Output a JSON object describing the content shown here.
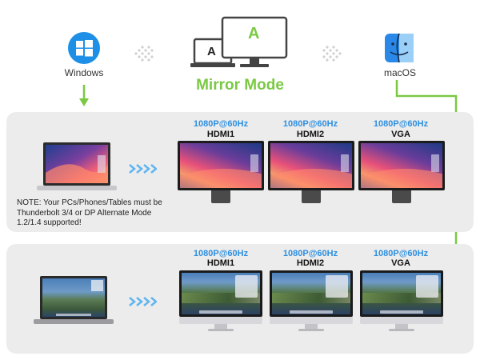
{
  "header": {
    "windows_label": "Windows",
    "macos_label": "macOS",
    "mode_title": "Mirror Mode",
    "mirror_letter": "A"
  },
  "note": "NOTE: Your PCs/Phones/Tables must be Thunderbolt 3/4 or DP Alternate Mode 1.2/1.4 supported!",
  "windows_row": {
    "displays": [
      {
        "res": "1080P@60Hz",
        "port": "HDMI1"
      },
      {
        "res": "1080P@60Hz",
        "port": "HDMI2"
      },
      {
        "res": "1080P@60Hz",
        "port": "VGA"
      }
    ]
  },
  "mac_row": {
    "displays": [
      {
        "res": "1080P@60Hz",
        "port": "HDMI1"
      },
      {
        "res": "1080P@60Hz",
        "port": "HDMI2"
      },
      {
        "res": "1080P@60Hz",
        "port": "VGA"
      }
    ]
  },
  "colors": {
    "accent_green": "#7ac943",
    "resolution_blue": "#2d8fe0",
    "panel_gray": "#ececec",
    "arrow_blue": "#5fb5f0"
  },
  "icons": [
    "windows-logo-icon",
    "finder-logo-icon",
    "laptop-icon",
    "monitor-icon",
    "double-chevron-icon"
  ]
}
